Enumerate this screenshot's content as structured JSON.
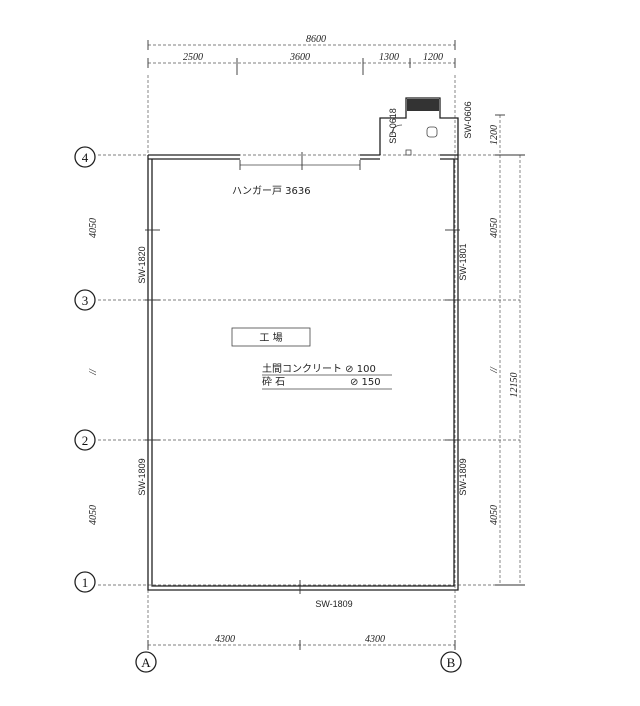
{
  "dimensions": {
    "overall_top": "8600",
    "top_segments": [
      "2500",
      "3600",
      "1300",
      "1200"
    ],
    "left_segments": [
      "4050",
      "//",
      "4050"
    ],
    "right_segments": [
      "1200",
      "4050",
      "//",
      "4050"
    ],
    "right_total": "12150",
    "bottom_segments": [
      "4300",
      "4300"
    ]
  },
  "axes": {
    "rows": [
      "4",
      "3",
      "2",
      "1"
    ],
    "cols": [
      "A",
      "B"
    ]
  },
  "labels": {
    "hangar_door": "ハンガー戸 3636",
    "sd_door": "SD-0618",
    "sw_top_right": "SW-0606",
    "sw_left_upper": "SW-1820",
    "sw_right_upper": "SW-1801",
    "sw_left_lower": "SW-1809",
    "sw_right_lower": "SW-1809",
    "sw_bottom": "SW-1809"
  },
  "room": {
    "name": "工 場",
    "spec_line1": "土間コンクリート ⊘ 100",
    "spec_line2_left": "砕   石",
    "spec_line2_right": "⊘ 150"
  }
}
